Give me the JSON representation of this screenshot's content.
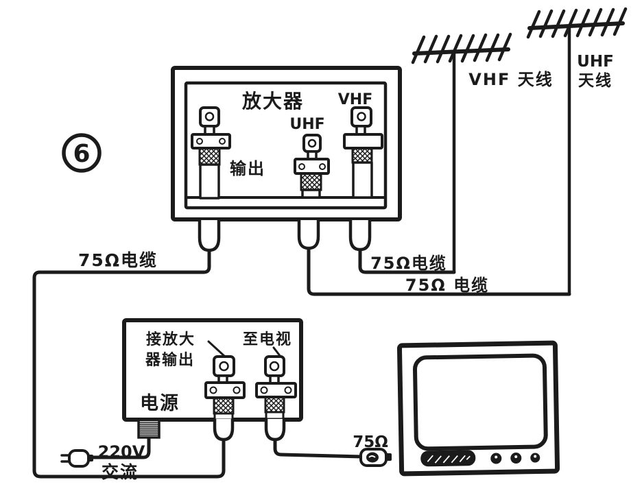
{
  "figure_number": "6",
  "amplifier": {
    "title": "放大器",
    "vhf_port_label": "VHF",
    "uhf_port_label": "UHF",
    "output_port_label": "输出"
  },
  "antennas": {
    "vhf_label": "VHF 天线",
    "uhf_label_line1": "UHF",
    "uhf_label_line2": "天线"
  },
  "cable_labels": {
    "output_cable": "75Ω电缆",
    "vhf_cable": "75Ω电缆",
    "uhf_cable": "75Ω 电缆",
    "tv_plug": "75Ω"
  },
  "power_supply": {
    "title": "电源",
    "amp_input_label_line1": "接放大",
    "amp_input_label_line2": "器输出",
    "tv_output_label": "至电视",
    "mains_voltage": "220V",
    "mains_type": "交流"
  },
  "colors": {
    "ink": "#1b1b1b",
    "paper": "#ffffff"
  }
}
